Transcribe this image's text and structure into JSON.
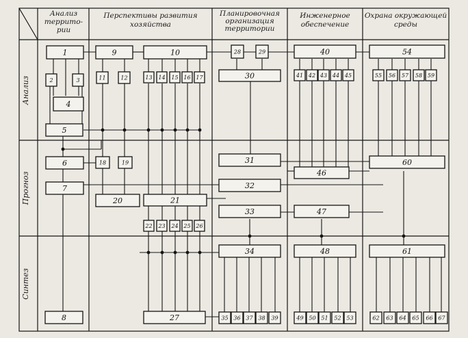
{
  "columns": [
    {
      "id": "analysis",
      "lines": [
        "Анализ",
        "террито-",
        "рии"
      ]
    },
    {
      "id": "economy",
      "lines": [
        "Перспективы развития",
        "хозяйства"
      ]
    },
    {
      "id": "planning",
      "lines": [
        "Планировочная",
        "организация",
        "территории"
      ]
    },
    {
      "id": "engineering",
      "lines": [
        "Инженерное",
        "обеспечение"
      ]
    },
    {
      "id": "environment",
      "lines": [
        "Охрана окружающей",
        "среды"
      ]
    }
  ],
  "rows": [
    {
      "id": "analiz",
      "label": "Анализ"
    },
    {
      "id": "prognoz",
      "label": "Прогноз"
    },
    {
      "id": "sintez",
      "label": "Синтез"
    }
  ],
  "blocks": [
    "1",
    "2",
    "3",
    "4",
    "5",
    "6",
    "7",
    "8",
    "9",
    "10",
    "11",
    "12",
    "13",
    "14",
    "15",
    "16",
    "17",
    "18",
    "19",
    "20",
    "21",
    "22",
    "23",
    "24",
    "25",
    "26",
    "27",
    "28",
    "29",
    "30",
    "31",
    "32",
    "33",
    "34",
    "35",
    "36",
    "37",
    "38",
    "39",
    "40",
    "41",
    "42",
    "43",
    "44",
    "45",
    "46",
    "47",
    "48",
    "49",
    "50",
    "51",
    "52",
    "53",
    "54",
    "55",
    "56",
    "57",
    "58",
    "59",
    "60",
    "61",
    "62",
    "63",
    "64",
    "65",
    "66",
    "67"
  ]
}
